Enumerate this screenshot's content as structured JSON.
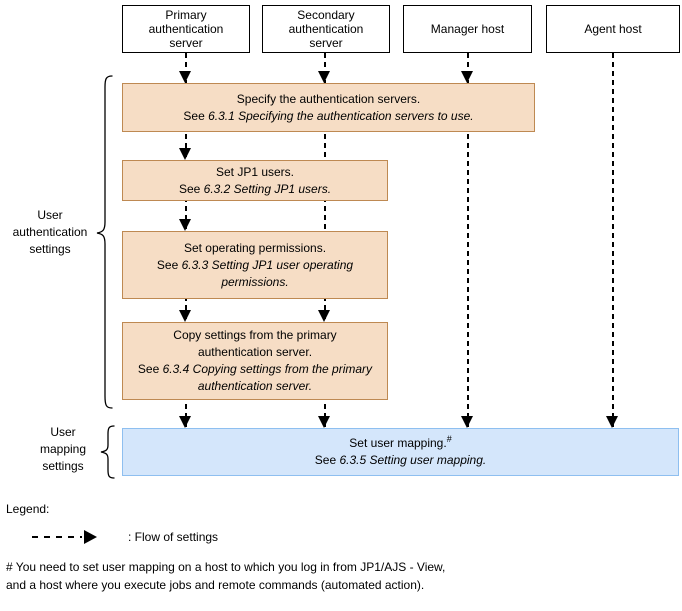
{
  "hosts": [
    {
      "label": "Primary\nauthentication\nserver"
    },
    {
      "label": "Secondary\nauthentication\nserver"
    },
    {
      "label": "Manager host"
    },
    {
      "label": "Agent host"
    }
  ],
  "steps": [
    {
      "title": "Specify the authentication servers.",
      "see": "See",
      "ref": "6.3.1 Specifying the authentication servers to use."
    },
    {
      "title": "Set JP1 users.",
      "see": "See",
      "ref": "6.3.2 Setting JP1 users."
    },
    {
      "title": "Set operating permissions.",
      "see": "See",
      "ref": "6.3.3 Setting JP1 user operating permissions."
    },
    {
      "title": "Copy settings from the primary authentication server.",
      "see": "See",
      "ref": "6.3.4 Copying settings from the primary authentication server."
    }
  ],
  "mapping": {
    "title": "Set user mapping.",
    "marker": "#",
    "see": "See",
    "ref": "6.3.5 Setting user mapping."
  },
  "group_labels": {
    "auth": "User\nauthentication\nsettings",
    "mapping": "User\nmapping\nsettings"
  },
  "legend": {
    "title": "Legend:",
    "flow_label": ": Flow of settings"
  },
  "footnote": "# You need to set user mapping on a host to which you log in from JP1/AJS - View,\nand a host where you execute jobs and remote commands (automated action).",
  "colors": {
    "step_fill": "#F6DDC5",
    "step_border": "#BE8952",
    "mapping_fill": "#D4E6FB",
    "mapping_border": "#8EBFF0"
  }
}
